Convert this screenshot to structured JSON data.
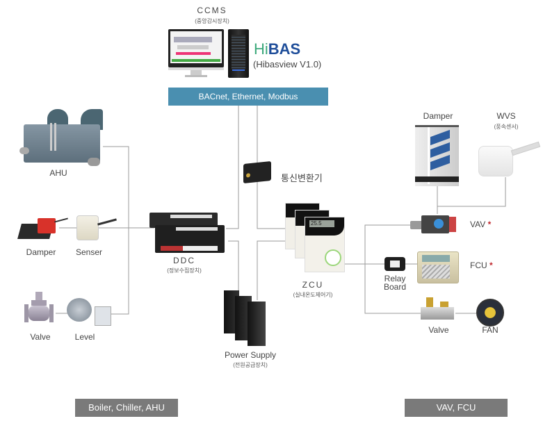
{
  "header": {
    "ccms_title": "CCMS",
    "ccms_subtitle": "(중앙감시장치)",
    "brand_hi": "Hi",
    "brand_bas": "BAS",
    "brand_version": "(Hibasview V1.0)"
  },
  "network_bar": {
    "label": "BACnet, Ethernet, Modbus"
  },
  "left_devices": {
    "ahu": "AHU",
    "damper": "Damper",
    "senser": "Senser",
    "valve": "Valve",
    "level": "Level"
  },
  "center_devices": {
    "ddc": "DDC",
    "ddc_sub": "(정보수집장치)",
    "converter": "통신변환기",
    "zcu": "ZCU",
    "zcu_sub": "(실내온도제어기)",
    "zcu_display": "25.5",
    "power": "Power Supply",
    "power_sub": "(전원공급장치)"
  },
  "right_devices": {
    "damper": "Damper",
    "wvs": "WVS",
    "wvs_sub": "(풍속센서)",
    "vav": "VAV",
    "fcu": "FCU",
    "star": "*",
    "relay_line1": "Relay",
    "relay_line2": "Board",
    "valve": "Valve",
    "fan": "FAN"
  },
  "footer": {
    "left": "Boiler, Chiller, AHU",
    "right": "VAV, FCU"
  },
  "colors": {
    "bar": "#4a8fb0",
    "footer": "#7a7a7a",
    "line": "#999999",
    "star": "#c0282e",
    "brand_green": "#3aa87a",
    "brand_blue": "#1f4e9a"
  }
}
